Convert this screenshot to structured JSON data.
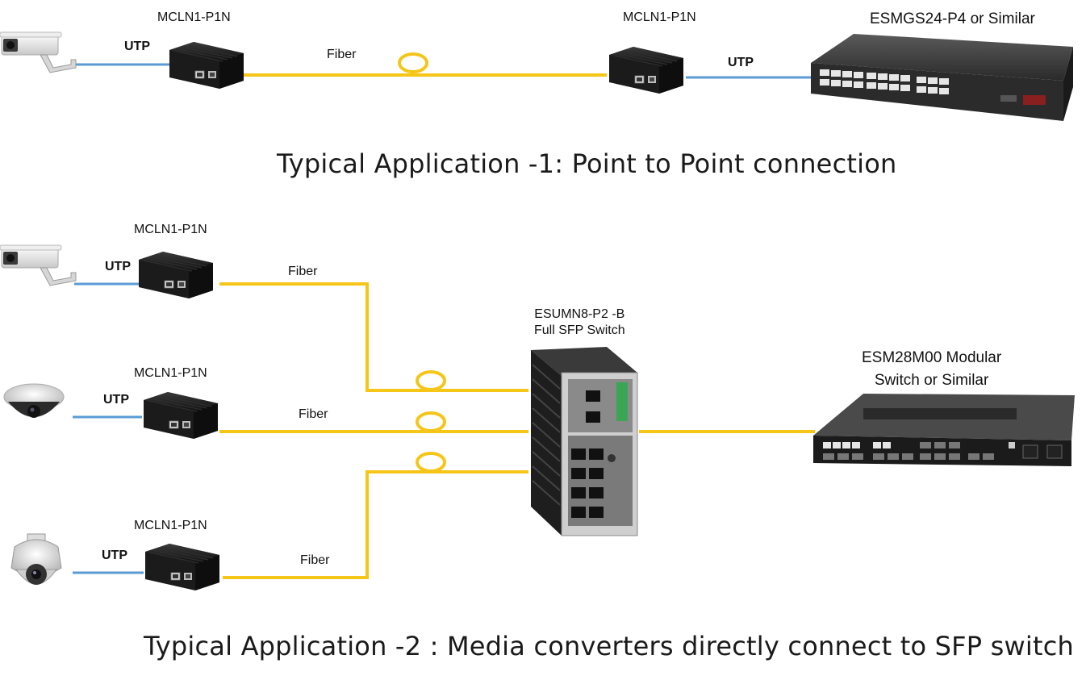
{
  "app1": {
    "caption": "Typical Application -1: Point to Point connection",
    "converter_left_label": "MCLN1-P1N",
    "converter_right_label": "MCLN1-P1N",
    "switch_label": "ESMGS24-P4 or Similar",
    "utp_left": "UTP",
    "utp_right": "UTP",
    "fiber": "Fiber"
  },
  "app2": {
    "caption": "Typical Application -2 : Media converters directly connect to SFP switch",
    "converter_labels": [
      "MCLN1-P1N",
      "MCLN1-P1N",
      "MCLN1-P1N"
    ],
    "utp_labels": [
      "UTP",
      "UTP",
      "UTP"
    ],
    "fiber_labels": [
      "Fiber",
      "Fiber",
      "Fiber"
    ],
    "sfp_switch_label_line1": "ESUMN8-P2 -B",
    "sfp_switch_label_line2": "Full SFP Switch",
    "modular_switch_label_line1": "ESM28M00 Modular",
    "modular_switch_label_line2": "Switch or Similar"
  },
  "colors": {
    "fiber": "#f5c518",
    "utp": "#5b9bd5",
    "device_body": "#151515"
  },
  "icons": [
    "box-camera-icon",
    "dome-camera-icon",
    "ptz-camera-icon",
    "media-converter-icon",
    "rack-switch-icon",
    "sfp-din-switch-icon",
    "modular-switch-icon"
  ]
}
